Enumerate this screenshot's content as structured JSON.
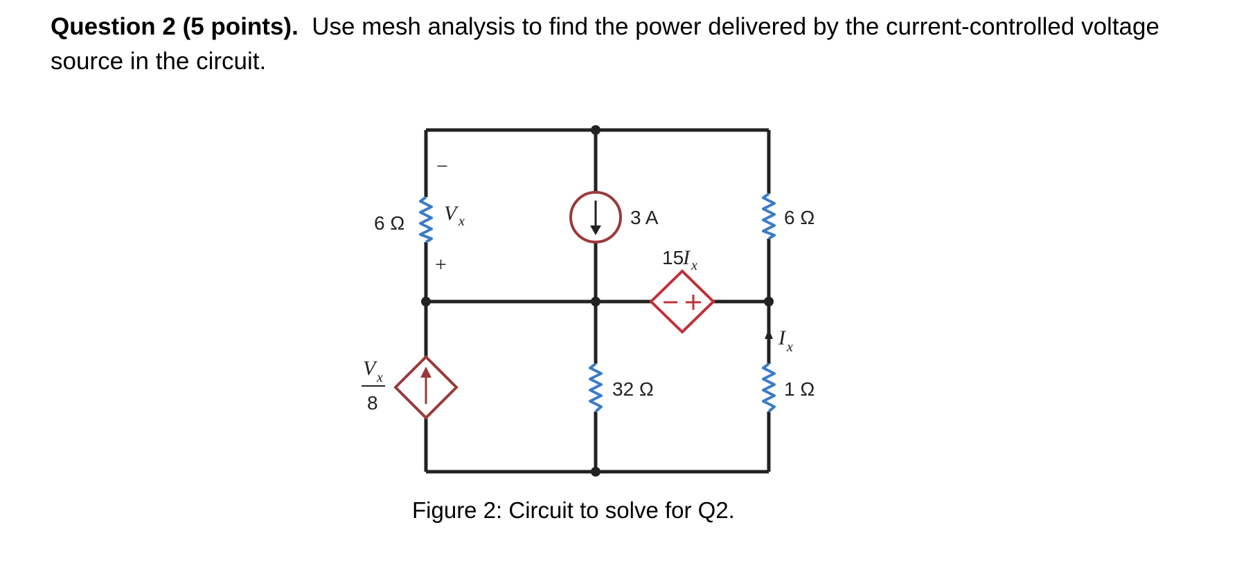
{
  "question": {
    "heading": "Question 2 (5 points).",
    "body": "Use mesh analysis to find the power delivered by the current-controlled voltage source in the circuit."
  },
  "figure": {
    "caption": "Figure 2: Circuit to solve for Q2.",
    "labels": {
      "r_top_left": "6 Ω",
      "vx_symbol": "V",
      "vx_sub": "x",
      "vx_minus": "−",
      "vx_plus": "+",
      "current_source": "3 A",
      "r_top_right": "6 Ω",
      "ccvs_coef": "15",
      "ccvs_symbol": "I",
      "ccvs_sub": "x",
      "ix_symbol": "I",
      "ix_sub": "x",
      "r_middle": "32 Ω",
      "r_bottom_right": "1 Ω",
      "vccs_num": "V",
      "vccs_num_sub": "x",
      "vccs_den": "8"
    },
    "colors": {
      "wire": "#222222",
      "resistor": "#3a7bc8",
      "source": "#b03a3a"
    }
  }
}
